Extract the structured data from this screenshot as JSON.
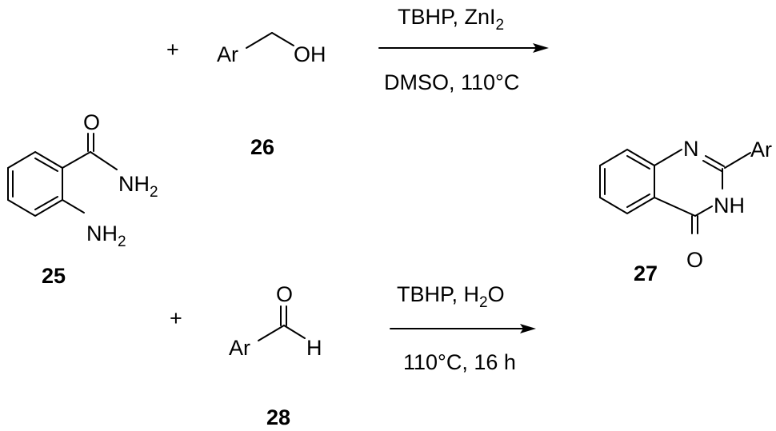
{
  "compounds": {
    "c25": {
      "number": "25",
      "amide_N": "NH",
      "amide_O": "O",
      "amine_N": "NH",
      "sub2": "2"
    },
    "c26": {
      "number": "26",
      "ar": "Ar",
      "oh": "OH"
    },
    "c27": {
      "number": "27",
      "N": "N",
      "ar": "Ar",
      "nh": "NH",
      "O": "O"
    },
    "c28": {
      "number": "28",
      "ar": "Ar",
      "O": "O",
      "H": "H"
    }
  },
  "reaction_top": {
    "plus": "+",
    "reagent_a": "TBHP, ZnI",
    "reagent_a_sub": "2",
    "conditions": "DMSO, 110°C"
  },
  "reaction_bottom": {
    "plus": "+",
    "reagent_a": "TBHP, H",
    "reagent_a_sub": "2",
    "reagent_a_tail": "O",
    "conditions": "110°C, 16 h"
  }
}
